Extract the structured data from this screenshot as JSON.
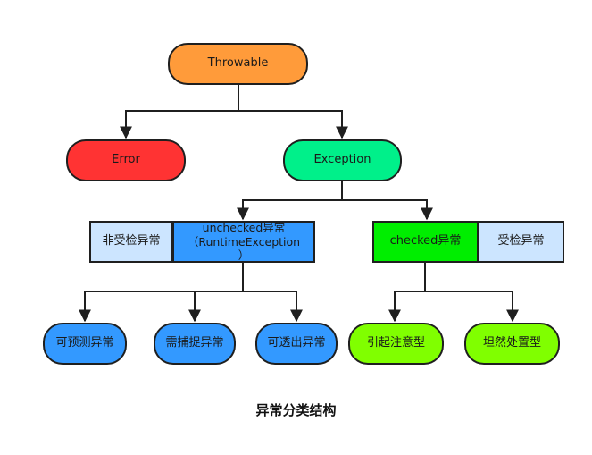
{
  "diagram": {
    "title": "异常分类结构",
    "nodes": {
      "throwable": {
        "label": "Throwable",
        "color": "#FF9B3A"
      },
      "error": {
        "label": "Error",
        "color": "#FF3333"
      },
      "exception": {
        "label": "Exception",
        "color": "#00F08A"
      },
      "unchecked_cn": {
        "label": "非受检异常",
        "color": "#CCE5FF"
      },
      "unchecked": {
        "label": "unchecked异常\n（RuntimeException\n）",
        "color": "#3399FF"
      },
      "checked": {
        "label": "checked异常",
        "color": "#00EE00"
      },
      "checked_cn": {
        "label": "受检异常",
        "color": "#CCE5FF"
      },
      "predictable": {
        "label": "可预测异常",
        "color": "#3399FF"
      },
      "catch_needed": {
        "label": "需捕捉异常",
        "color": "#3399FF"
      },
      "passthrough": {
        "label": "可透出异常",
        "color": "#3399FF"
      },
      "attention": {
        "label": "引起注意型",
        "color": "#80FF00"
      },
      "calm": {
        "label": "坦然处置型",
        "color": "#80FF00"
      }
    },
    "edges": [
      [
        "throwable",
        "error"
      ],
      [
        "throwable",
        "exception"
      ],
      [
        "exception",
        "unchecked"
      ],
      [
        "exception",
        "checked"
      ],
      [
        "unchecked",
        "predictable"
      ],
      [
        "unchecked",
        "catch_needed"
      ],
      [
        "unchecked",
        "passthrough"
      ],
      [
        "checked",
        "attention"
      ],
      [
        "checked",
        "calm"
      ]
    ]
  }
}
